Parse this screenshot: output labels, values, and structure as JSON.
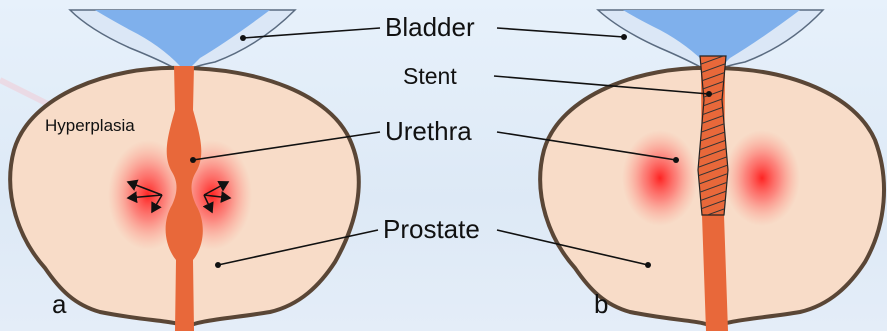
{
  "labels": {
    "bladder": "Bladder",
    "stent": "Stent",
    "urethra": "Urethra",
    "prostate": "Prostate",
    "hyperplasia": "Hyperplasia",
    "panel_a": "a",
    "panel_b": "b"
  },
  "colors": {
    "prostate_fill": "#f8dcc8",
    "prostate_outline": "#5a4636",
    "urethra": "#e8683a",
    "bladder_blue": "#7fb0ec",
    "bladder_wall": "#dbe7f6",
    "inflammation": "#ff2a2a",
    "stent_mesh": "#333333"
  }
}
